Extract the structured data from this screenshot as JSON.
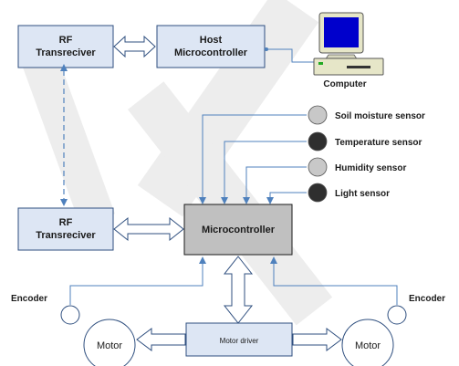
{
  "diagram": {
    "blocks": {
      "rf_top": [
        "RF",
        "Transreciver"
      ],
      "host": [
        "Host",
        "Microcontroller"
      ],
      "rf_bottom": [
        "RF",
        "Transreciver"
      ],
      "micro": "Microcontroller",
      "motor_driver": "Motor driver"
    },
    "computer_label": "Computer",
    "sensors": [
      {
        "label": "Soil moisture sensor",
        "fill": "#c8c8c8"
      },
      {
        "label": "Temperature sensor",
        "fill": "#2f2f2f"
      },
      {
        "label": "Humidity sensor",
        "fill": "#c8c8c8"
      },
      {
        "label": "Light sensor",
        "fill": "#2f2f2f"
      }
    ],
    "encoders": {
      "left": "Encoder",
      "right": "Encoder"
    },
    "motors": {
      "left": "Motor",
      "right": "Motor"
    },
    "colors": {
      "block_fill": "#dde6f4",
      "block_stroke": "#2f4f7f",
      "micro_fill": "#c0c0c0",
      "line": "#4f81bd",
      "text": "#1a1a1a",
      "screen": "#0000cc",
      "screen_frame": "#e6e6c8"
    }
  }
}
